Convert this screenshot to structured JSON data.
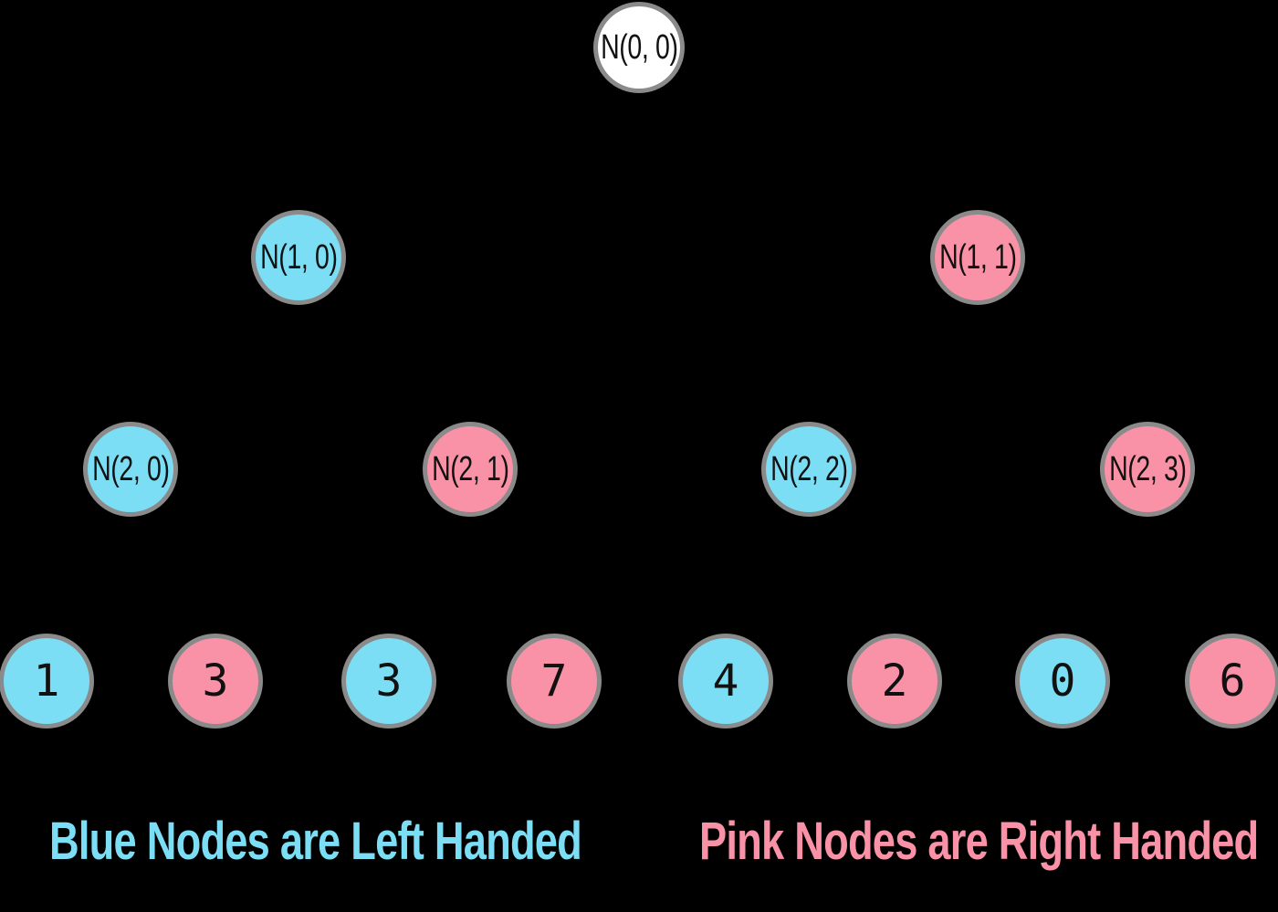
{
  "colors": {
    "background": "#000000",
    "blue": "#7BDEF4",
    "pink": "#F992A7",
    "white": "#FFFFFF",
    "node_border": "#8A8A8A",
    "node_text": "#111111"
  },
  "nodes": [
    {
      "label": "N(0, 0)",
      "color": "white",
      "level": 0
    },
    {
      "label": "N(1, 0)",
      "color": "blue",
      "level": 1
    },
    {
      "label": "N(1, 1)",
      "color": "pink",
      "level": 1
    },
    {
      "label": "N(2, 0)",
      "color": "blue",
      "level": 2
    },
    {
      "label": "N(2, 1)",
      "color": "pink",
      "level": 2
    },
    {
      "label": "N(2, 2)",
      "color": "blue",
      "level": 2
    },
    {
      "label": "N(2, 3)",
      "color": "pink",
      "level": 2
    },
    {
      "label": "1",
      "color": "blue",
      "level": 3
    },
    {
      "label": "3",
      "color": "pink",
      "level": 3
    },
    {
      "label": "3",
      "color": "blue",
      "level": 3
    },
    {
      "label": "7",
      "color": "pink",
      "level": 3
    },
    {
      "label": "4",
      "color": "blue",
      "level": 3
    },
    {
      "label": "2",
      "color": "pink",
      "level": 3
    },
    {
      "label": "0",
      "color": "blue",
      "level": 3
    },
    {
      "label": "6",
      "color": "pink",
      "level": 3
    }
  ],
  "captions": {
    "blue": "Blue Nodes are Left Handed",
    "pink": "Pink Nodes are Right Handed"
  }
}
